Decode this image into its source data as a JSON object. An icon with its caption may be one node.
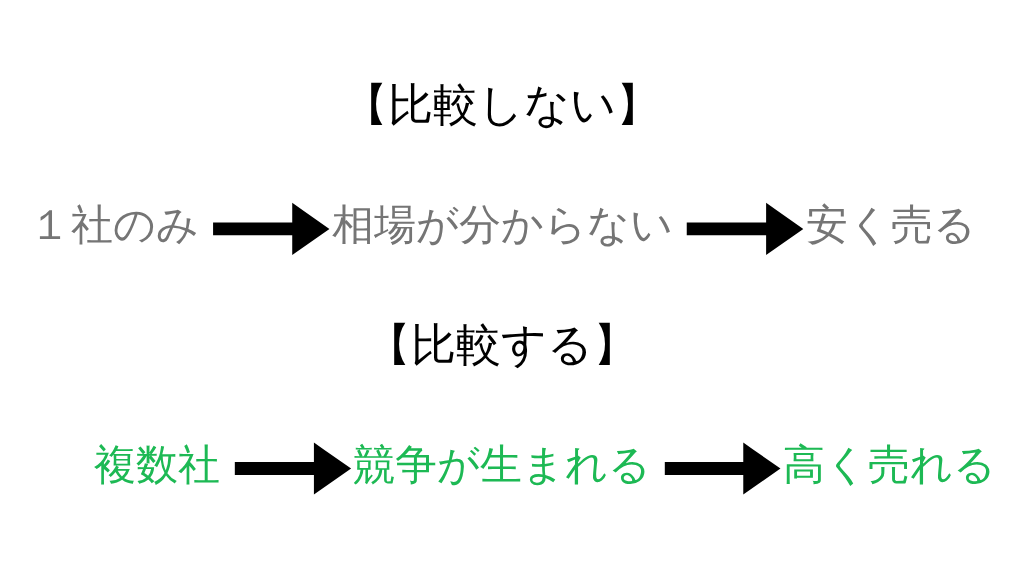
{
  "diagram": {
    "nodes": [
      {
        "text": [
          "１社のみ"
        ]
      },
      {
        "text": [
          "相場が分からない"
        ]
      },
      {
        "text": [
          "安く売る"
        ]
      },
      {
        "text": [
          "複数社"
        ]
      },
      {
        "text": [
          "競争が生まれる"
        ]
      },
      {
        "text": [
          "高く売れる"
        ]
      }
    ],
    "edges": [
      {
        "from": 0,
        "to": 1,
        "arrow": "to"
      },
      {
        "from": 1,
        "to": 2,
        "arrow": "to"
      },
      {
        "from": 3,
        "to": 4,
        "arrow": "to"
      },
      {
        "from": 4,
        "to": 5,
        "arrow": "to"
      }
    ],
    "labels": [
      "【比較しない】",
      "【比較する】"
    ]
  }
}
